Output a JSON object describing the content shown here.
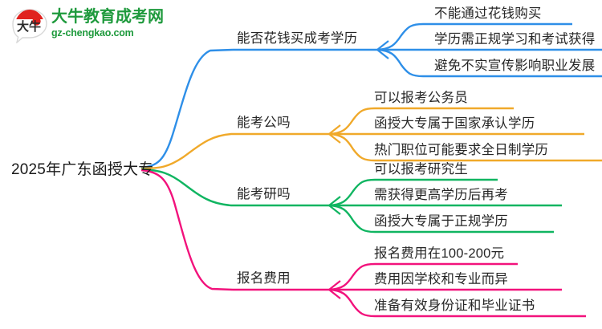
{
  "logo": {
    "mark_text": "大牛",
    "title": "大牛教育成考网",
    "subtitle": "gz-chengkao.com",
    "brand_green": "#1f9a3d",
    "brand_red": "#e0221f"
  },
  "mindmap": {
    "root": {
      "label": "2025年广东函授大专"
    },
    "branches": [
      {
        "label": "能否花钱买成考学历",
        "color": "#2e8fe8",
        "leaves": [
          "不能通过花钱购买",
          "学历需正规学习和考试获得",
          "避免不实宣传影响职业发展"
        ]
      },
      {
        "label": "能考公吗",
        "color": "#f0a92a",
        "leaves": [
          "可以报考公务员",
          "函授大专属于国家承认学历",
          "热门职位可能要求全日制学历"
        ]
      },
      {
        "label": "能考研吗",
        "color": "#10b561",
        "leaves": [
          "可以报考研究生",
          "需获得更高学历后再考",
          "函授大专属于正规学历"
        ]
      },
      {
        "label": "报名费用",
        "color": "#f2127c",
        "leaves": [
          "报名费用在100-200元",
          "费用因学校和专业而异",
          "准备有效身份证和毕业证书"
        ]
      }
    ]
  }
}
